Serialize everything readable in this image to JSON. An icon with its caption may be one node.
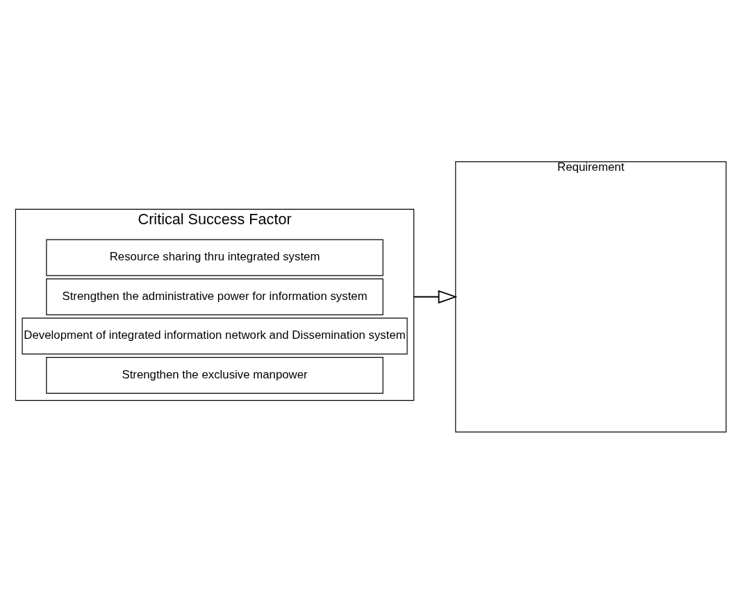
{
  "diagram": {
    "nodes": [
      {
        "text": [
          "Critical Success Factor"
        ]
      },
      {
        "text": [
          "Strengthen the exclusive manpower"
        ],
        "in": 0
      },
      {
        "text": [
          "Development of integrated information network and Dissemination system"
        ],
        "in": 0
      },
      {
        "text": [
          "Strengthen the administrative power for information system"
        ],
        "in": 0
      },
      {
        "text": [
          "Resource sharing thru integrated system"
        ],
        "in": 0
      },
      {
        "text": [
          "Requirement"
        ]
      }
    ],
    "edges": [
      {
        "from": 0,
        "to": 5,
        "arrow": "to"
      }
    ]
  }
}
